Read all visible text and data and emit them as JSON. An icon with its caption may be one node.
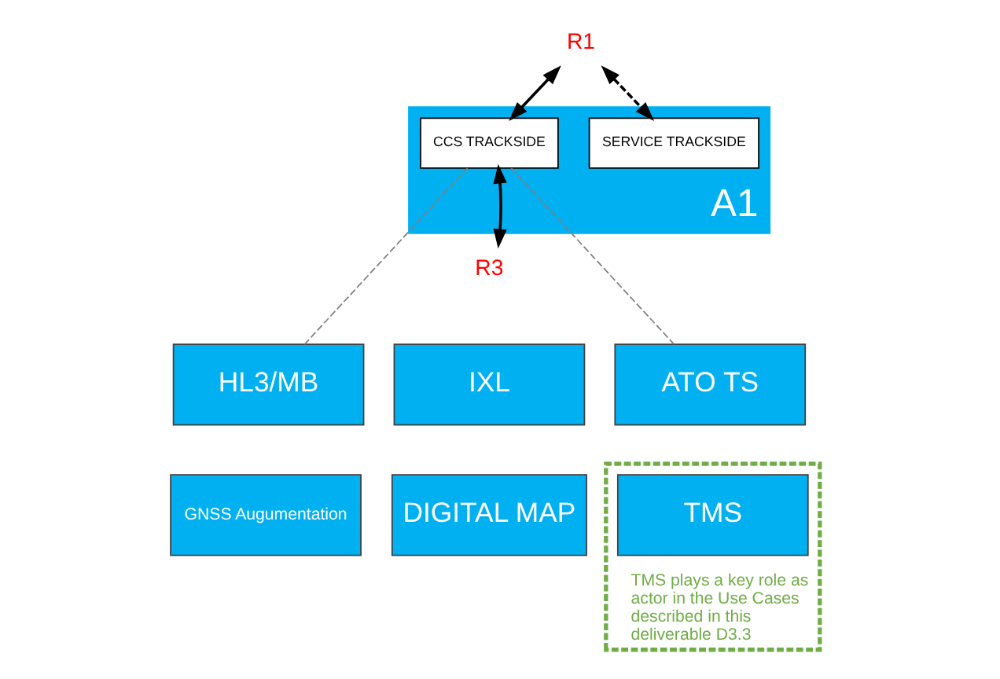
{
  "diagram": {
    "nodes": [
      {
        "text": [
          "A1"
        ]
      },
      {
        "text": [
          "R1"
        ]
      },
      {
        "text": [
          "CCS TRACKSIDE"
        ],
        "in": 0
      },
      {
        "text": [
          "SERVICE TRACKSIDE"
        ],
        "in": 0
      },
      {
        "text": [
          "R3"
        ]
      },
      {
        "text": [
          "HL3/MB"
        ]
      },
      {
        "text": [
          "IXL"
        ]
      },
      {
        "text": [
          "ATO TS"
        ]
      },
      {
        "text": [
          "GNSS Augumentation"
        ]
      },
      {
        "text": [
          "DIGITAL MAP"
        ]
      },
      {
        "text": [
          "TMS plays a key role as actor in the Use Cases described in this deliverable D3.3"
        ]
      },
      {
        "text": [
          "TMS"
        ],
        "in": 10
      }
    ],
    "edges": [
      {
        "from": 1,
        "to": 2,
        "arrow": "both"
      },
      {
        "from": 1,
        "to": 3,
        "arrow": "both",
        "style": "dashed"
      },
      {
        "from": 4,
        "to": 2,
        "arrow": "both"
      },
      {
        "from": 2,
        "to": 5,
        "arrow": "none",
        "style": "dashed",
        "color": "#808080"
      },
      {
        "from": 2,
        "to": 7,
        "arrow": "none",
        "style": "dashed",
        "color": "#808080"
      }
    ]
  }
}
